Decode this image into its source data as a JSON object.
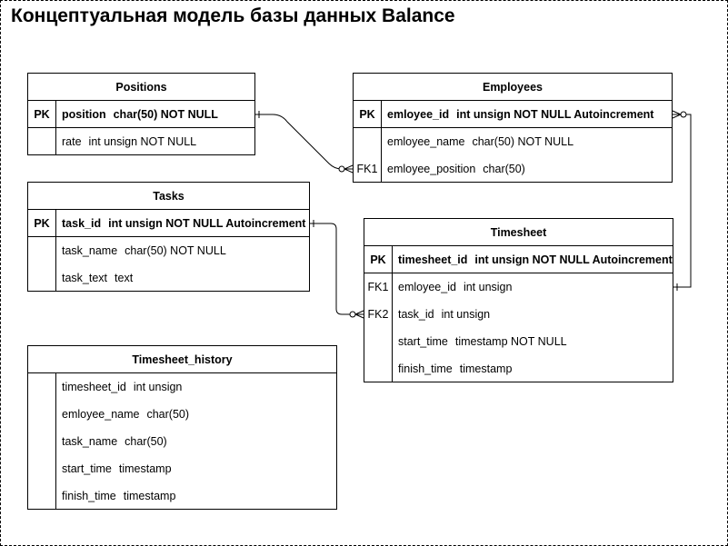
{
  "title": "Концептуальная модель базы данных Balance",
  "entities": {
    "positions": {
      "name": "Positions",
      "pk": {
        "key": "PK",
        "field": "position",
        "type": "char(50) NOT NULL"
      },
      "rows": [
        {
          "key": "",
          "field": "rate",
          "type": "int unsign NOT NULL"
        }
      ]
    },
    "employees": {
      "name": "Employees",
      "pk": {
        "key": "PK",
        "field": "emloyee_id",
        "type": "int unsign NOT NULL Autoincrement"
      },
      "rows": [
        {
          "key": "",
          "field": "emloyee_name",
          "type": "char(50) NOT NULL"
        },
        {
          "key": "FK1",
          "field": "emloyee_position",
          "type": "char(50)"
        }
      ]
    },
    "tasks": {
      "name": "Tasks",
      "pk": {
        "key": "PK",
        "field": "task_id",
        "type": "int unsign NOT NULL Autoincrement"
      },
      "rows": [
        {
          "key": "",
          "field": "task_name",
          "type": "char(50) NOT NULL"
        },
        {
          "key": "",
          "field": "task_text",
          "type": "text"
        }
      ]
    },
    "timesheet": {
      "name": "Timesheet",
      "pk": {
        "key": "PK",
        "field": "timesheet_id",
        "type": "int unsign  NOT NULL Autoincrement"
      },
      "rows": [
        {
          "key": "FK1",
          "field": "emloyee_id",
          "type": "int unsign"
        },
        {
          "key": "FK2",
          "field": "task_id",
          "type": "int unsign"
        },
        {
          "key": "",
          "field": "start_time",
          "type": "timestamp NOT NULL"
        },
        {
          "key": "",
          "field": "finish_time",
          "type": "timestamp"
        }
      ]
    },
    "timesheet_history": {
      "name": "Timesheet_history",
      "rows": [
        {
          "key": "",
          "field": "timesheet_id",
          "type": "int unsign"
        },
        {
          "key": "",
          "field": "emloyee_name",
          "type": "char(50)"
        },
        {
          "key": "",
          "field": "task_name",
          "type": "char(50)"
        },
        {
          "key": "",
          "field": "start_time",
          "type": "timestamp"
        },
        {
          "key": "",
          "field": "finish_time",
          "type": "timestamp"
        }
      ]
    }
  }
}
